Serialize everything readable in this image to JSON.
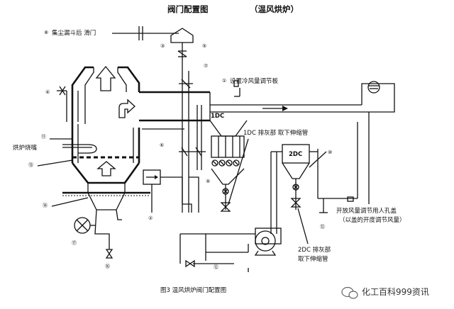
{
  "title": {
    "main": "阀门配置图",
    "sub": "（温风烘炉）"
  },
  "caption": "图3   温风烘炉阀门配置图",
  "watermark": "化工百科999资讯",
  "labels": {
    "hopper_gate": "集尘漏斗后  滑门",
    "cold_air_damper": "设置冷风量调节板",
    "dc1": "1DC",
    "dc1_discharge": "1DC 排灰部   取下伸缩管",
    "dc2": "2DC",
    "dc2_discharge_line1": "2DC 排灰部",
    "dc2_discharge_line2": "取下伸缩管",
    "furnace_burner": "烘炉烧嘴",
    "manhole_line1": "开放风量调节用人孔盖",
    "manhole_line2": "（以盖的开度调节风量）"
  },
  "markers": [
    "①",
    "②",
    "③",
    "④",
    "⑤",
    "⑥",
    "⑦",
    "⑧",
    "⑨",
    "⑩",
    "⑪",
    "⑫",
    "⑬",
    "⑭",
    "⑯",
    "⑰"
  ]
}
